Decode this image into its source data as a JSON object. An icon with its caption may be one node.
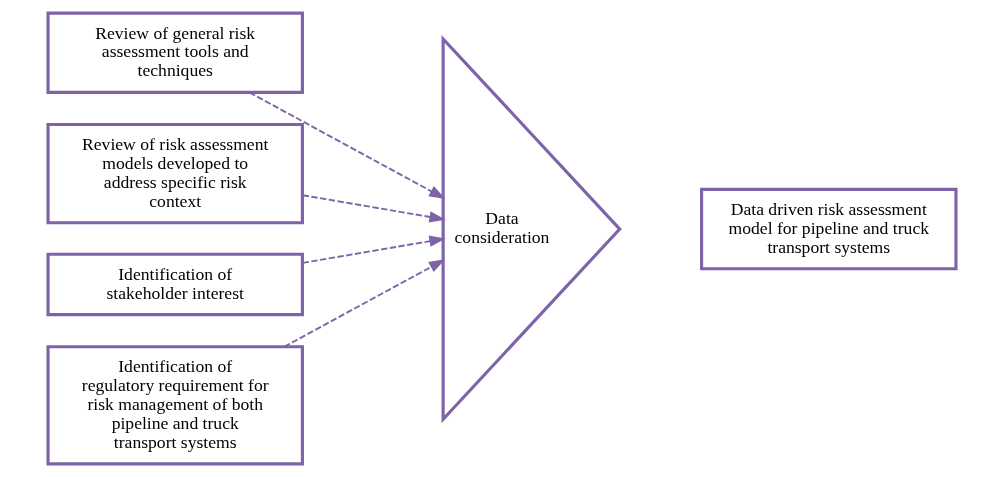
{
  "diagram": {
    "nodes": [
      {
        "text": [
          "Review of general risk assessment tools and techniques"
        ]
      },
      {
        "text": [
          "Review of risk assessment models developed to address specific risk context"
        ]
      },
      {
        "text": [
          "Identification of stakeholder interest"
        ]
      },
      {
        "text": [
          "Identification of regulatory requirement for risk management of both pipeline and truck transport systems"
        ]
      },
      {
        "text": [
          "Data consideration"
        ]
      },
      {
        "text": [
          "Data driven risk assessment model for pipeline and truck transport systems"
        ]
      }
    ],
    "edges": [
      {
        "from": 0,
        "to": 4,
        "arrow": "to",
        "style": "dashed"
      },
      {
        "from": 1,
        "to": 4,
        "arrow": "to",
        "style": "dashed"
      },
      {
        "from": 2,
        "to": 4,
        "arrow": "to",
        "style": "dashed"
      },
      {
        "from": 3,
        "to": 4,
        "arrow": "to",
        "style": "dashed"
      }
    ]
  }
}
